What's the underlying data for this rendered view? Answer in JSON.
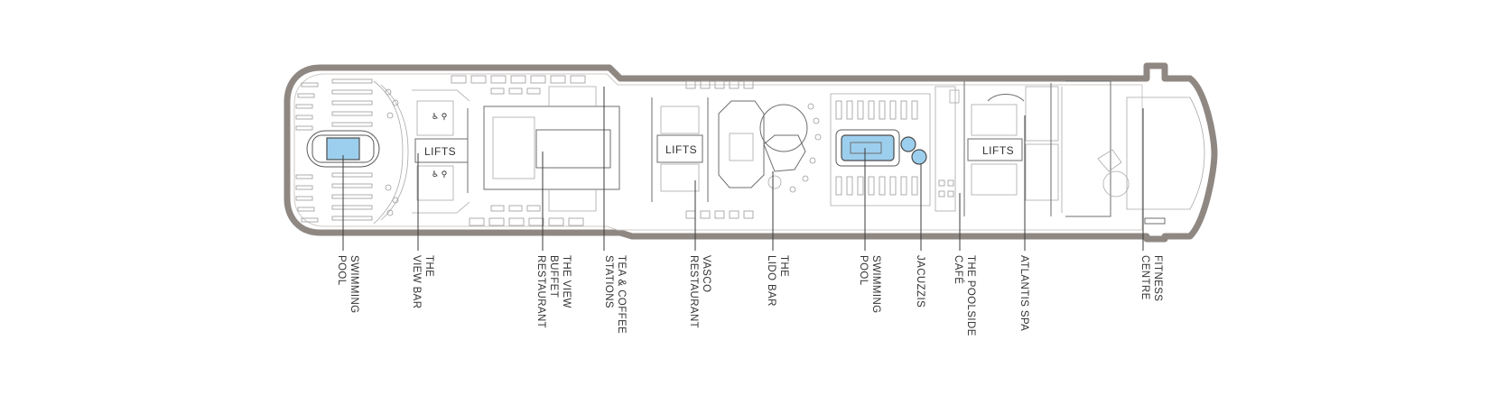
{
  "colors": {
    "hull": "#8f8782",
    "pool_water": "#9ccfee",
    "text": "#333333",
    "lines": "#6e6e6e"
  },
  "icons": [
    "toilet-icon",
    "accessible-icon",
    "lift-icon"
  ],
  "lifts": [
    {
      "id": "lifts-forward",
      "label": "LIFTS"
    },
    {
      "id": "lifts-middle",
      "label": "LIFTS"
    },
    {
      "id": "lifts-aft",
      "label": "LIFTS"
    }
  ],
  "venues": [
    {
      "id": "swimming-pool-aft",
      "lines": [
        "SWIMMING",
        "POOL"
      ]
    },
    {
      "id": "the-view-bar",
      "lines": [
        "THE",
        "VIEW BAR"
      ]
    },
    {
      "id": "the-view-buffet-restaurant",
      "lines": [
        "THE VIEW",
        "BUFFET",
        "RESTAURANT"
      ]
    },
    {
      "id": "tea-coffee-stations",
      "lines": [
        "TEA & COFFEE",
        "STATIONS"
      ]
    },
    {
      "id": "vasco-restaurant",
      "lines": [
        "VASCO",
        "RESTAURANT"
      ]
    },
    {
      "id": "the-lido-bar",
      "lines": [
        "THE",
        "LIDO BAR"
      ]
    },
    {
      "id": "swimming-pool-mid",
      "lines": [
        "SWIMMING",
        "POOL"
      ]
    },
    {
      "id": "jacuzzis",
      "lines": [
        "JACUZZIS"
      ]
    },
    {
      "id": "the-poolside-cafe",
      "lines": [
        "THE POOLSIDE",
        "CAFÉ"
      ]
    },
    {
      "id": "atlantis-spa",
      "lines": [
        "ATLANTIS SPA"
      ]
    },
    {
      "id": "fitness-centre",
      "lines": [
        "FITNESS",
        "CENTRE"
      ]
    }
  ]
}
